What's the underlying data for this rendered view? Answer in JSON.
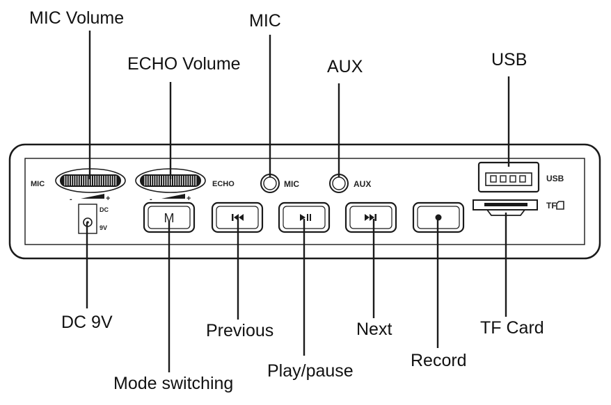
{
  "callouts": {
    "mic_volume": "MIC Volume",
    "echo_volume": "ECHO Volume",
    "mic": "MIC",
    "aux": "AUX",
    "usb": "USB",
    "dc_9v": "DC 9V",
    "previous": "Previous",
    "next": "Next",
    "tf_card": "TF Card",
    "record": "Record",
    "play_pause": "Play/pause",
    "mode_switching": "Mode switching"
  },
  "panel": {
    "mic_label": "MIC",
    "echo_label": "ECHO",
    "mic_jack_label": "MIC",
    "aux_jack_label": "AUX",
    "usb_label": "USB",
    "tf_label": "TF",
    "dc_label": "DC",
    "v9_label": "9V",
    "mode_button": "M",
    "minus": "-",
    "plus": "+"
  },
  "icons": {
    "previous": "previous-track-icon",
    "play_pause": "play-pause-icon",
    "next": "next-track-icon",
    "record": "record-dot-icon",
    "tf_card": "sd-card-icon"
  },
  "colors": {
    "line": "#1a1a1a",
    "panel_bg": "#ffffff"
  }
}
